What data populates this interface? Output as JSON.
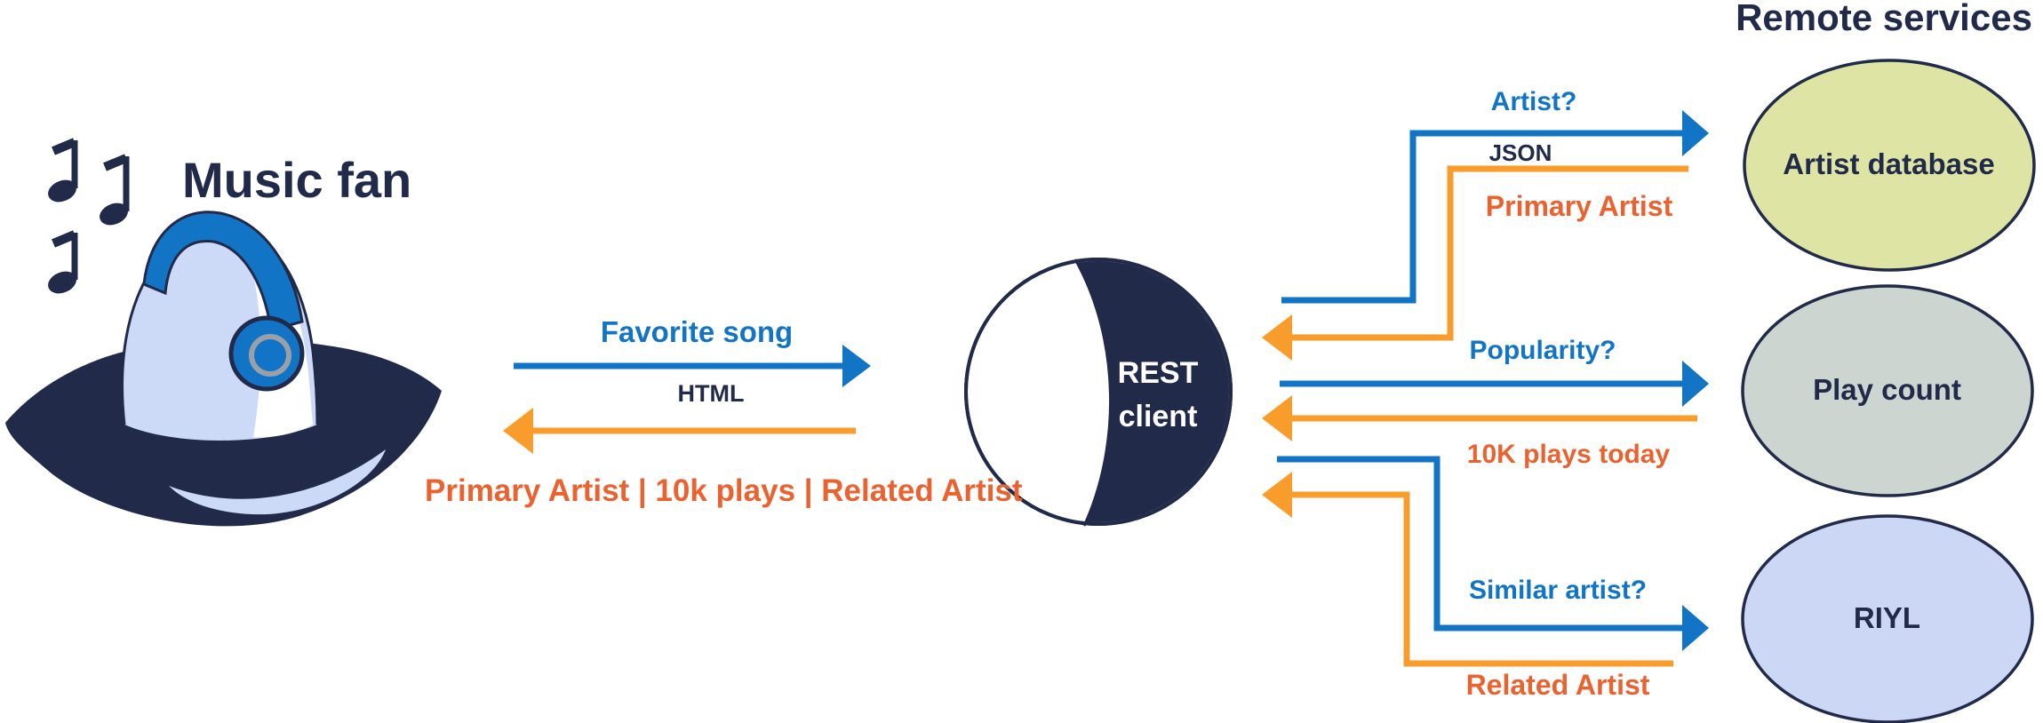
{
  "header": {
    "title": "Remote services"
  },
  "music_fan": {
    "label": "Music fan"
  },
  "rest_client": {
    "title_line1": "REST",
    "title_line2": "client"
  },
  "browser_exchange": {
    "request": "Favorite song",
    "request_format": "HTML",
    "response": "Primary Artist | 10k plays | Related Artist"
  },
  "services": [
    {
      "name": "Artist database",
      "request": "Artist?",
      "request_format": "JSON",
      "response": "Primary Artist",
      "fill": "#dee5a4"
    },
    {
      "name": "Play count",
      "request": "Popularity?",
      "response": "10K plays today",
      "fill": "#ccd5d0"
    },
    {
      "name": "RIYL",
      "request": "Similar artist?",
      "response": "Related Artist",
      "fill": "#ccd7f5"
    }
  ],
  "colors": {
    "navy": "#222a4a",
    "blue": "#1274c5",
    "arrow-orange": "#f89d2b",
    "text-orange": "#e9622f",
    "lavender": "#ccd9f7",
    "headphone-gray": "#9aa0a8"
  }
}
